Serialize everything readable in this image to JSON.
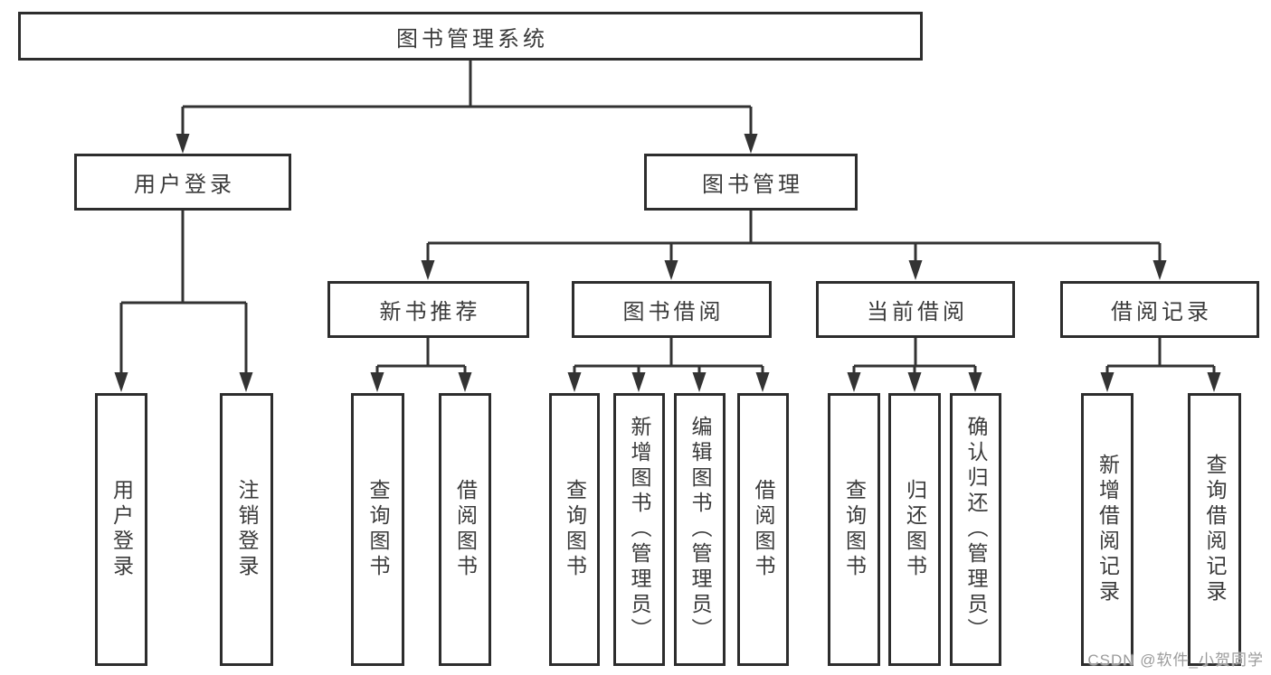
{
  "tree": {
    "label": "图书管理系统",
    "children": [
      {
        "label": "用户登录",
        "children": [
          {
            "label": "用户登录"
          },
          {
            "label": "注销登录"
          }
        ]
      },
      {
        "label": "图书管理",
        "children": [
          {
            "label": "新书推荐",
            "children": [
              {
                "label": "查询图书"
              },
              {
                "label": "借阅图书"
              }
            ]
          },
          {
            "label": "图书借阅",
            "children": [
              {
                "label": "查询图书"
              },
              {
                "label": "新增图书（管理员）"
              },
              {
                "label": "编辑图书（管理员）"
              },
              {
                "label": "借阅图书"
              }
            ]
          },
          {
            "label": "当前借阅",
            "children": [
              {
                "label": "查询图书"
              },
              {
                "label": "归还图书"
              },
              {
                "label": "确认归还（管理员）"
              }
            ]
          },
          {
            "label": "借阅记录",
            "children": [
              {
                "label": "新增借阅记录"
              },
              {
                "label": "查询借阅记录"
              }
            ]
          }
        ]
      }
    ]
  },
  "watermark": "CSDN @软件_小贺同学",
  "colors": {
    "line": "#333333",
    "border": "#2d2d2d",
    "text": "#3a3a3a",
    "background": "#ffffff",
    "watermark": "#9b9b9b"
  }
}
